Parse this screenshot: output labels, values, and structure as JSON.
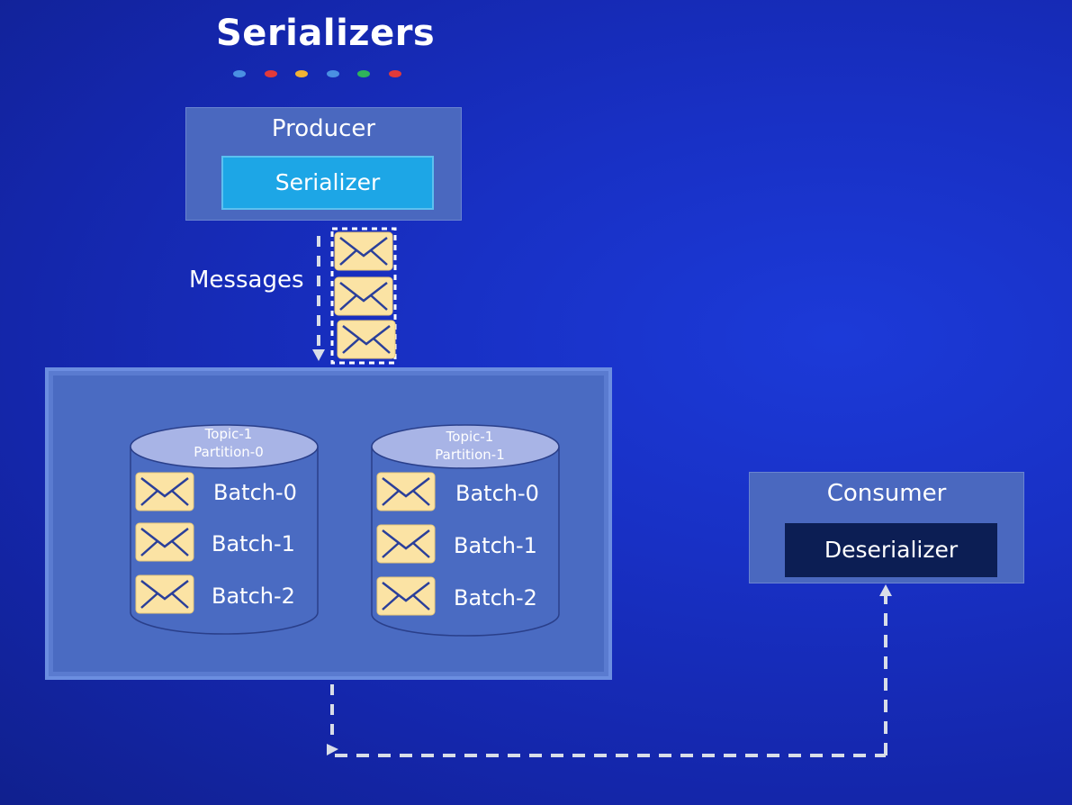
{
  "title": "Serializers",
  "title_dot_colors": [
    "#4a90e2",
    "#e23a3a",
    "#f2b234",
    "#4a90e2",
    "#2fb45a",
    "#e23a3a"
  ],
  "producer": {
    "title": "Producer",
    "serializer_label": "Serializer"
  },
  "messages_label": "Messages",
  "message_icon": "envelope-icon",
  "partitions": [
    {
      "topic": "Topic-1",
      "partition": "Partition-0",
      "batches": [
        "Batch-0",
        "Batch-1",
        "Batch-2"
      ]
    },
    {
      "topic": "Topic-1",
      "partition": "Partition-1",
      "batches": [
        "Batch-0",
        "Batch-1",
        "Batch-2"
      ]
    }
  ],
  "consumer": {
    "title": "Consumer",
    "deserializer_label": "Deserializer"
  },
  "colors": {
    "background": "#1830c4",
    "box": "#4a68bf",
    "serializer": "#1da6e6",
    "deserializer": "#0c1e54",
    "envelope": "#fbe3a4",
    "arrow": "#d8dde8"
  }
}
